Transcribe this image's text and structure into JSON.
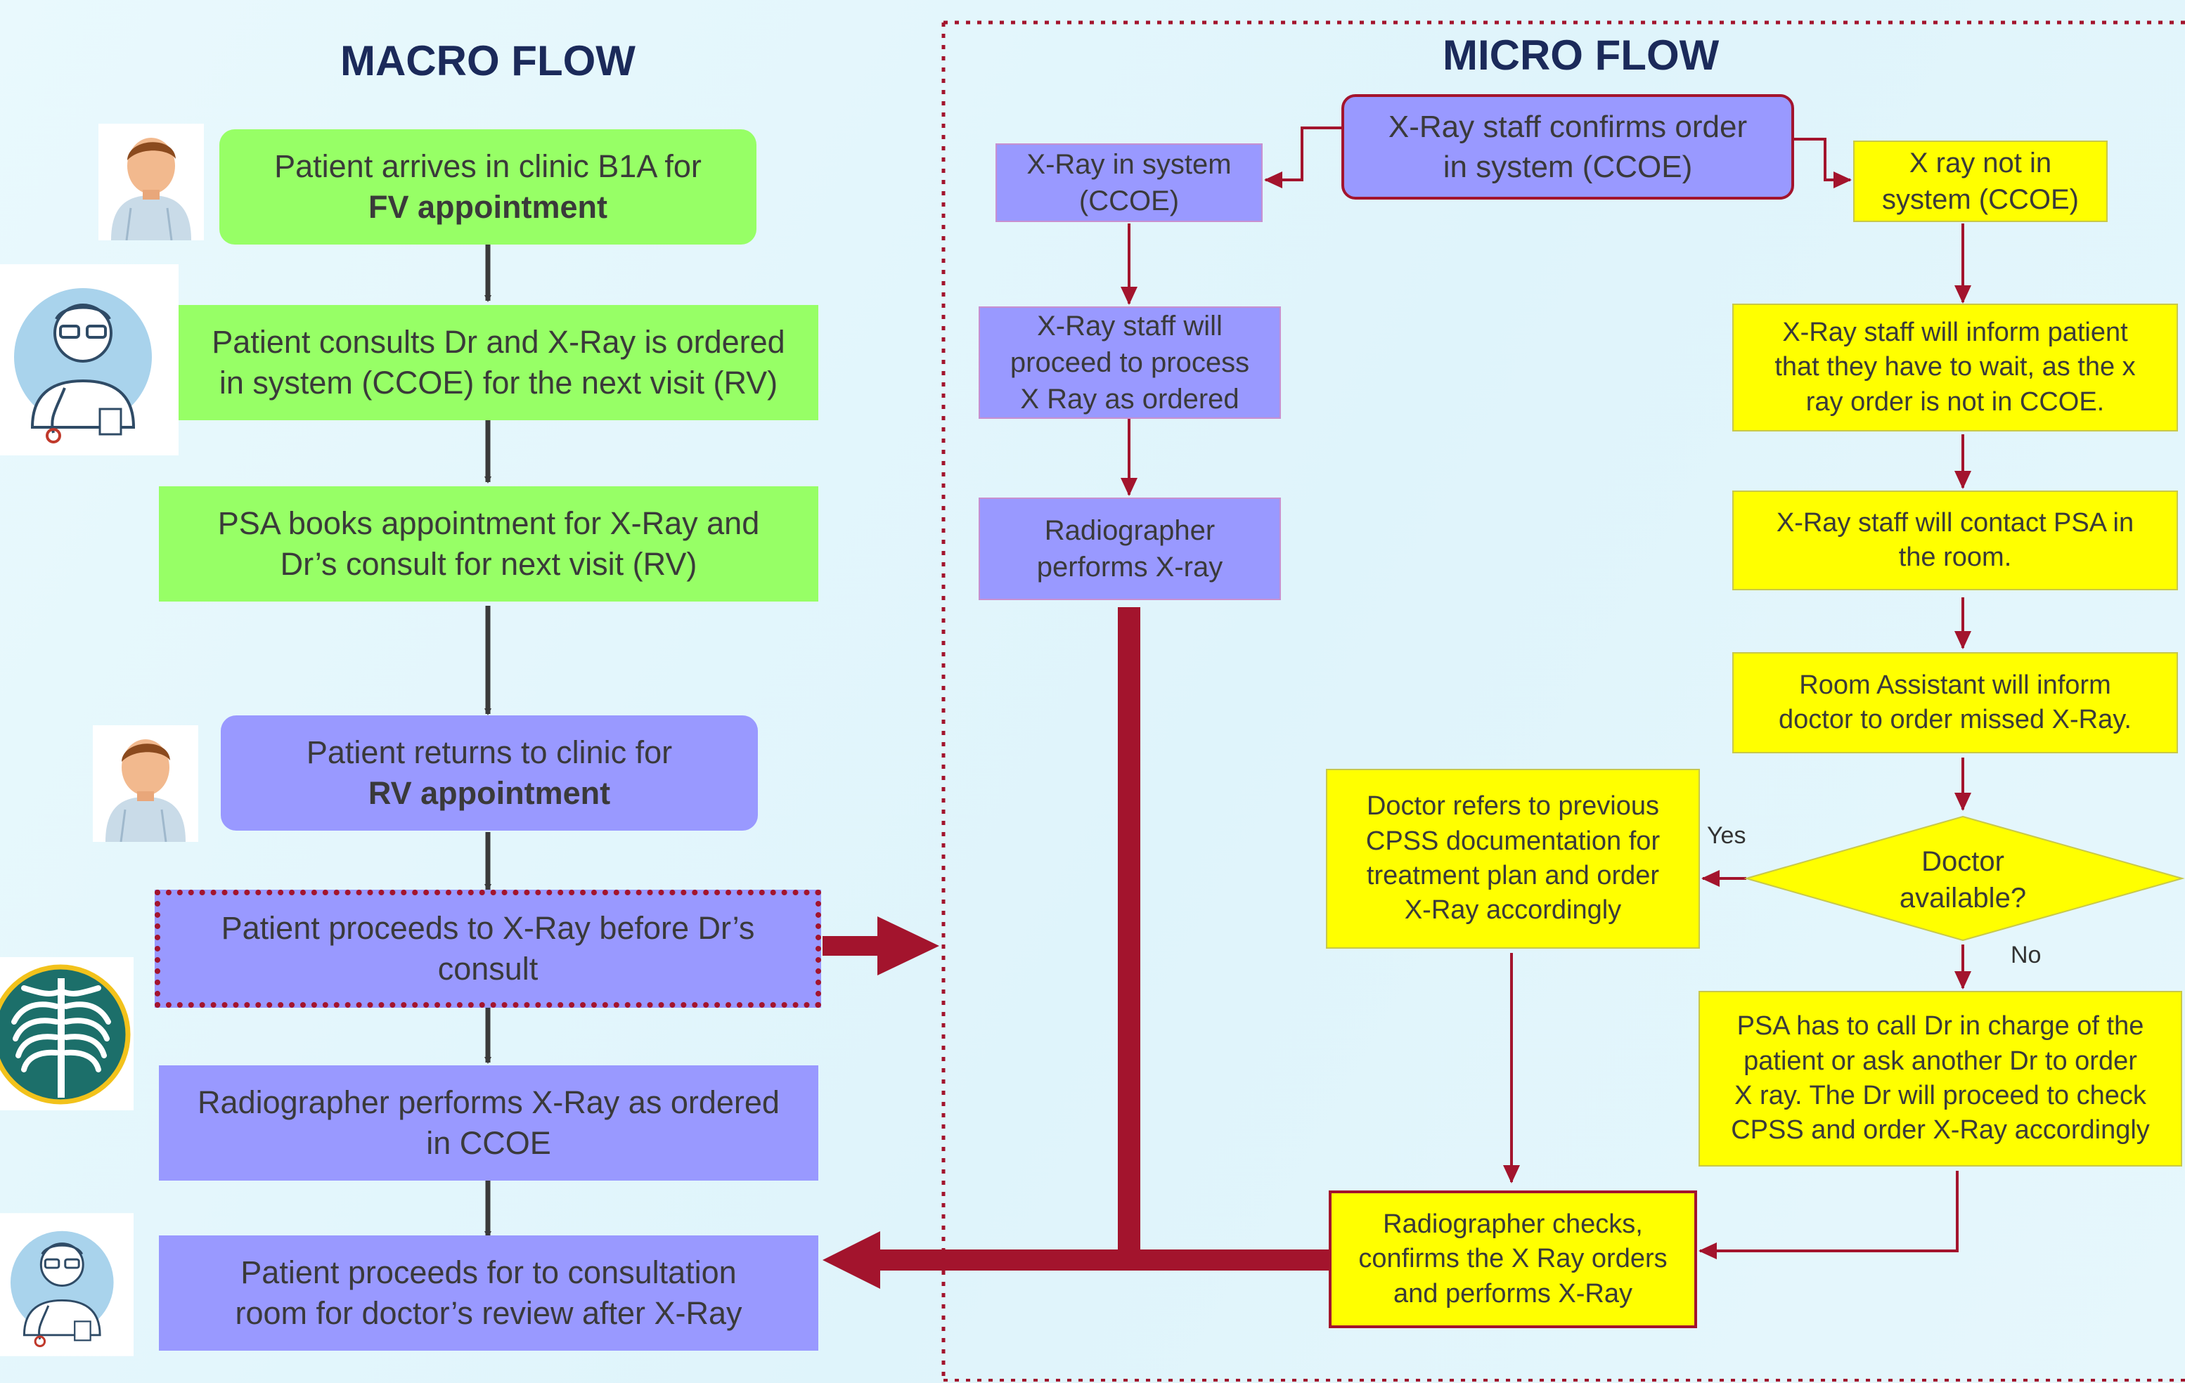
{
  "titles": {
    "macro": "MACRO FLOW",
    "micro": "MICRO FLOW"
  },
  "macro": {
    "step1": {
      "line1": "Patient arrives in clinic B1A for",
      "line2": "FV appointment"
    },
    "step2": {
      "line1": "Patient consults Dr and X-Ray is ordered",
      "line2": "in system (CCOE) for the next visit (RV)"
    },
    "step3": {
      "line1": "PSA books appointment for X-Ray and",
      "line2": "Dr’s consult for next visit (RV)"
    },
    "step4": {
      "line1": "Patient returns to clinic for",
      "line2": "RV appointment"
    },
    "step5": {
      "line1": "Patient proceeds to X-Ray before Dr’s",
      "line2": "consult"
    },
    "step6": {
      "line1": "Radiographer performs X-Ray as ordered",
      "line2": "in CCOE"
    },
    "step7": {
      "line1": "Patient proceeds for to consultation",
      "line2": "room for doctor’s review after X-Ray"
    }
  },
  "micro": {
    "confirm": {
      "line1": "X-Ray staff confirms order",
      "line2": "in system (CCOE)"
    },
    "in_system": {
      "line1": "X-Ray in system",
      "line2": "(CCOE)"
    },
    "proceed": {
      "line1": "X-Ray staff will",
      "line2": "proceed to process",
      "line3": "X Ray as ordered"
    },
    "radiographer": {
      "line1": "Radiographer",
      "line2": "performs X-ray"
    },
    "not_in_system": {
      "line1": "X ray not in",
      "line2": "system (CCOE)"
    },
    "inform_patient": {
      "line1": "X-Ray staff will inform patient",
      "line2": "that they have to wait, as the x",
      "line3": "ray order is not in CCOE."
    },
    "contact_psa": {
      "line1": "X-Ray staff will contact PSA in",
      "line2": "the room."
    },
    "room_assistant": {
      "line1": "Room Assistant will inform",
      "line2": "doctor to order missed X-Ray."
    },
    "decision": {
      "line1": "Doctor",
      "line2": "available?"
    },
    "yes": "Yes",
    "no": "No",
    "doctor_refers": {
      "line1": "Doctor refers to previous",
      "line2": "CPSS documentation for",
      "line3": "treatment plan and order",
      "line4": "X-Ray accordingly"
    },
    "psa_call": {
      "line1": "PSA has to call Dr in charge of the",
      "line2": "patient or ask another Dr to order",
      "line3": "X ray. The Dr will proceed to check",
      "line4": "CPSS and order X-Ray accordingly"
    },
    "radiographer_checks": {
      "line1": "Radiographer checks,",
      "line2": "confirms the X Ray orders",
      "line3": "and performs X-Ray"
    }
  },
  "colors": {
    "green_box": "#97ff66",
    "purple_box": "#9999ff",
    "yellow_box": "#ffff00",
    "accent_red": "#a3142d",
    "title_navy": "#1b2a5a"
  },
  "icons": [
    "patient-icon",
    "doctor-icon",
    "xray-chest-icon"
  ]
}
